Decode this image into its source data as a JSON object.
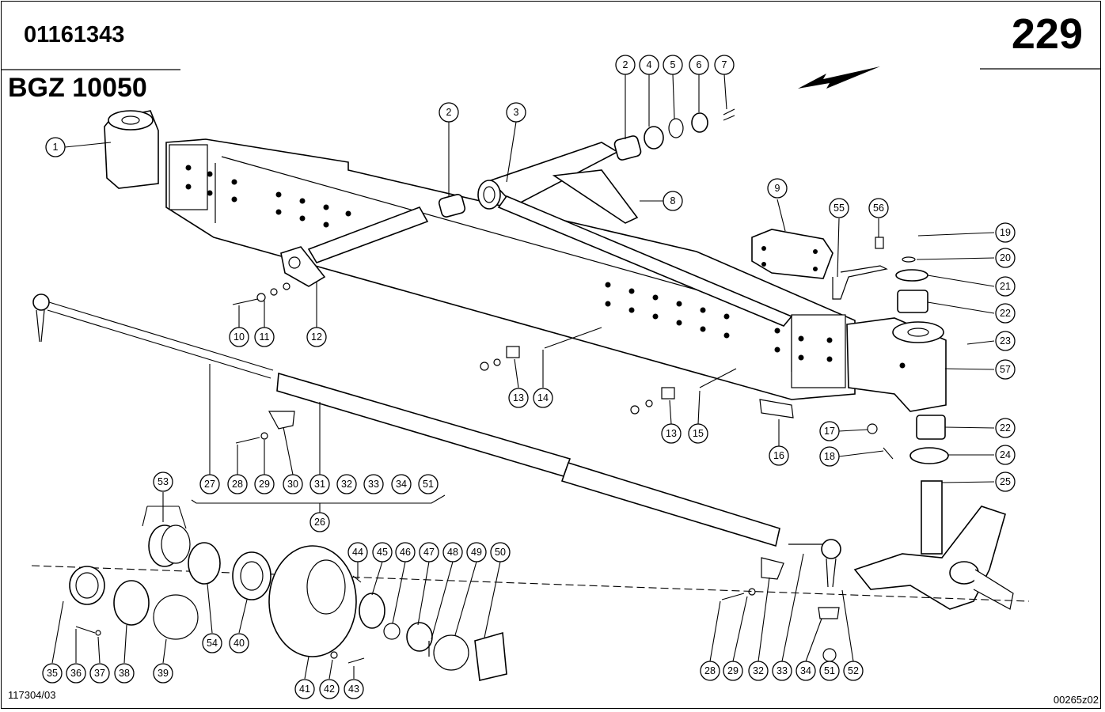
{
  "header": {
    "part_number": "01161343",
    "page_number": "229",
    "model": "BGZ 10050"
  },
  "footer": {
    "left_code": "117304/03",
    "right_code": "00265z02"
  },
  "callouts": [
    {
      "label": "1"
    },
    {
      "label": "2"
    },
    {
      "label": "3"
    },
    {
      "label": "2"
    },
    {
      "label": "4"
    },
    {
      "label": "5"
    },
    {
      "label": "6"
    },
    {
      "label": "7"
    },
    {
      "label": "8"
    },
    {
      "label": "9"
    },
    {
      "label": "55"
    },
    {
      "label": "56"
    },
    {
      "label": "19"
    },
    {
      "label": "20"
    },
    {
      "label": "21"
    },
    {
      "label": "22"
    },
    {
      "label": "23"
    },
    {
      "label": "57"
    },
    {
      "label": "10"
    },
    {
      "label": "11"
    },
    {
      "label": "12"
    },
    {
      "label": "13"
    },
    {
      "label": "14"
    },
    {
      "label": "13"
    },
    {
      "label": "15"
    },
    {
      "label": "16"
    },
    {
      "label": "17"
    },
    {
      "label": "18"
    },
    {
      "label": "22"
    },
    {
      "label": "24"
    },
    {
      "label": "25"
    },
    {
      "label": "27"
    },
    {
      "label": "28"
    },
    {
      "label": "29"
    },
    {
      "label": "30"
    },
    {
      "label": "31"
    },
    {
      "label": "32"
    },
    {
      "label": "33"
    },
    {
      "label": "34"
    },
    {
      "label": "51"
    },
    {
      "label": "26"
    },
    {
      "label": "53"
    },
    {
      "label": "44"
    },
    {
      "label": "45"
    },
    {
      "label": "46"
    },
    {
      "label": "47"
    },
    {
      "label": "48"
    },
    {
      "label": "49"
    },
    {
      "label": "50"
    },
    {
      "label": "35"
    },
    {
      "label": "36"
    },
    {
      "label": "37"
    },
    {
      "label": "38"
    },
    {
      "label": "39"
    },
    {
      "label": "54"
    },
    {
      "label": "40"
    },
    {
      "label": "41"
    },
    {
      "label": "42"
    },
    {
      "label": "43"
    },
    {
      "label": "28"
    },
    {
      "label": "29"
    },
    {
      "label": "32"
    },
    {
      "label": "33"
    },
    {
      "label": "34"
    },
    {
      "label": "51"
    },
    {
      "label": "52"
    }
  ]
}
